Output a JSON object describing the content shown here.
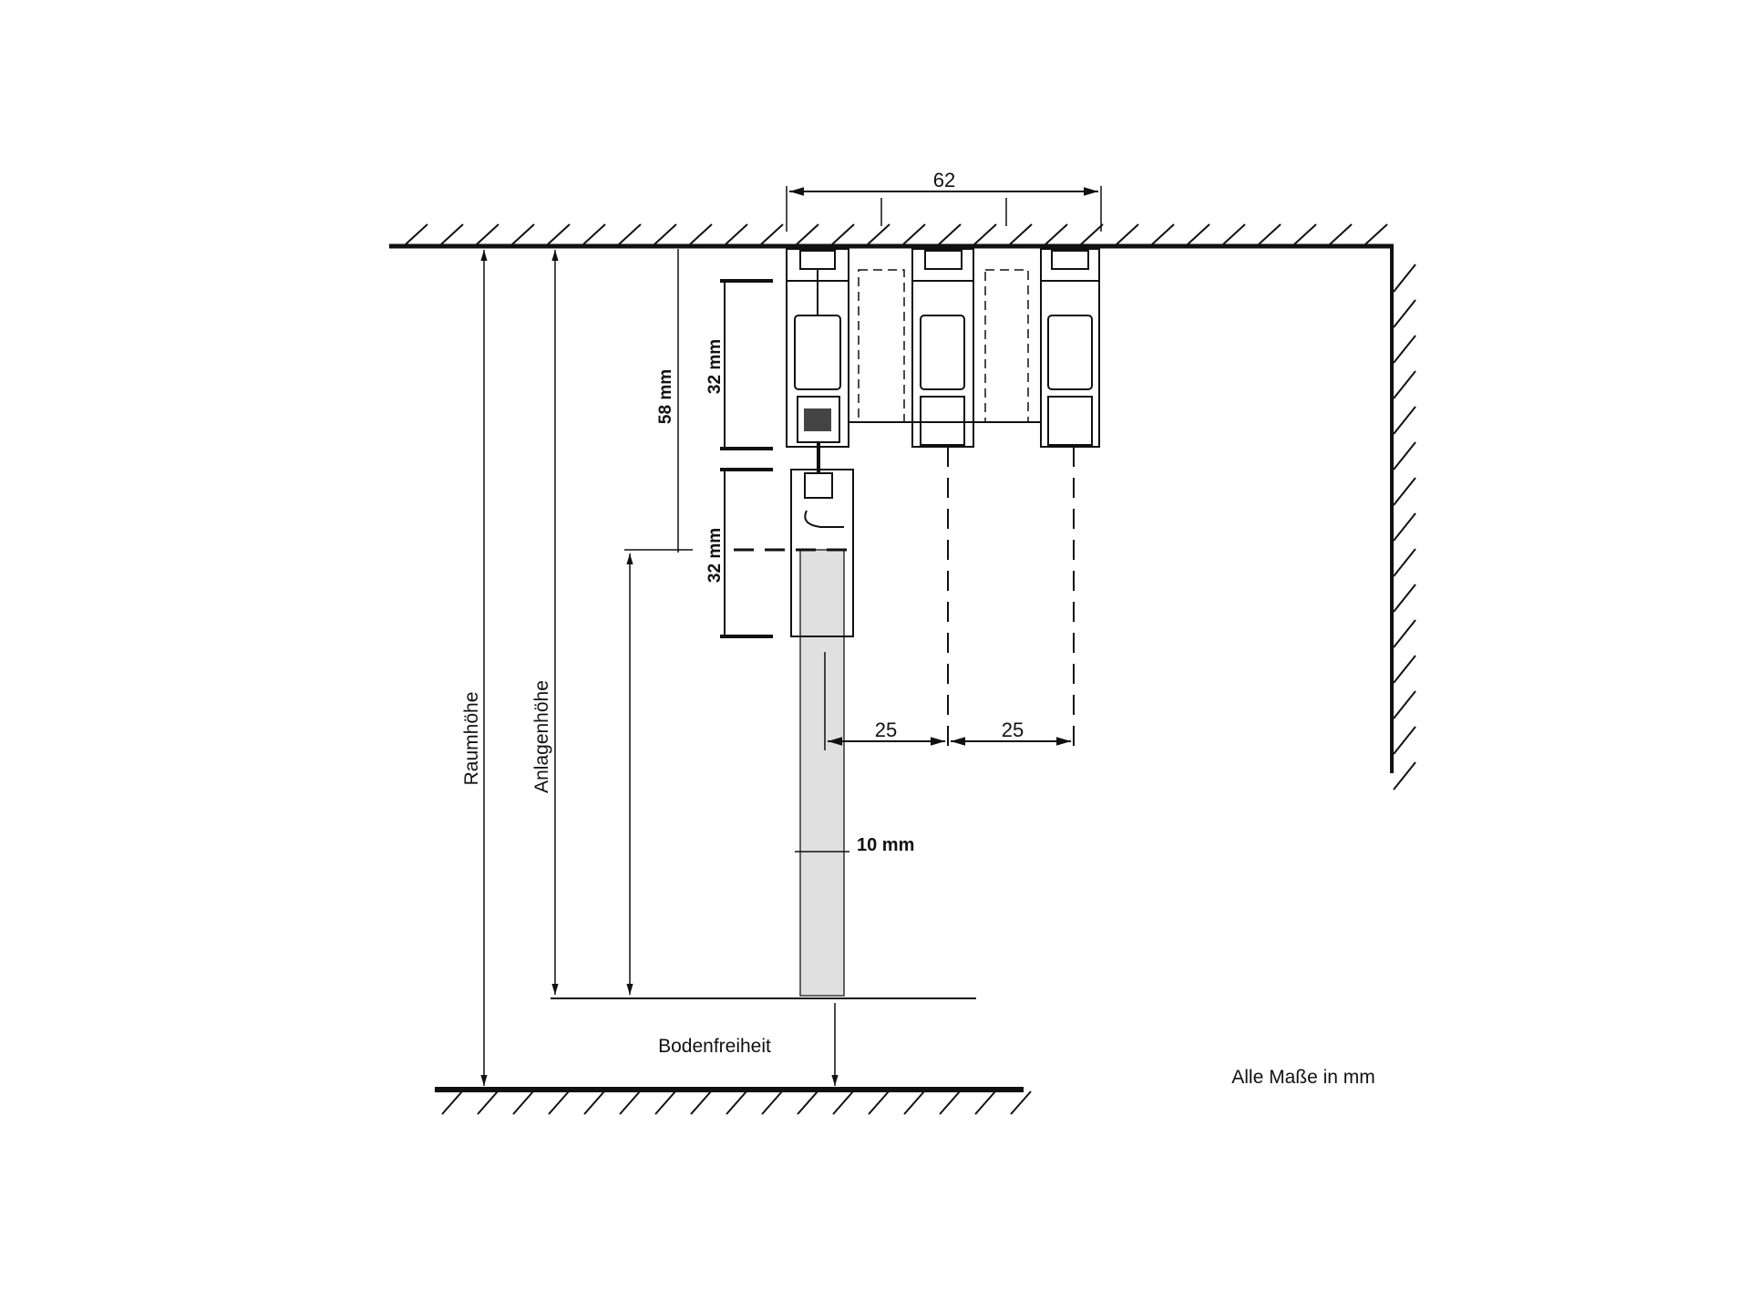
{
  "dimensions": {
    "total_width": "62",
    "upper_profile_height": "32 mm",
    "lower_profile_height": "32 mm",
    "hanger_height": "58 mm",
    "track_spacing_1": "25",
    "track_spacing_2": "25",
    "panel_thickness": "10 mm"
  },
  "labels": {
    "room_height": "Raumhöhe",
    "system_height": "Anlagenhöhe",
    "floor_clearance": "Bodenfreiheit",
    "units_note": "Alle Maße in mm"
  },
  "colors": {
    "line": "#111111",
    "panel": "#e0e0e0"
  }
}
